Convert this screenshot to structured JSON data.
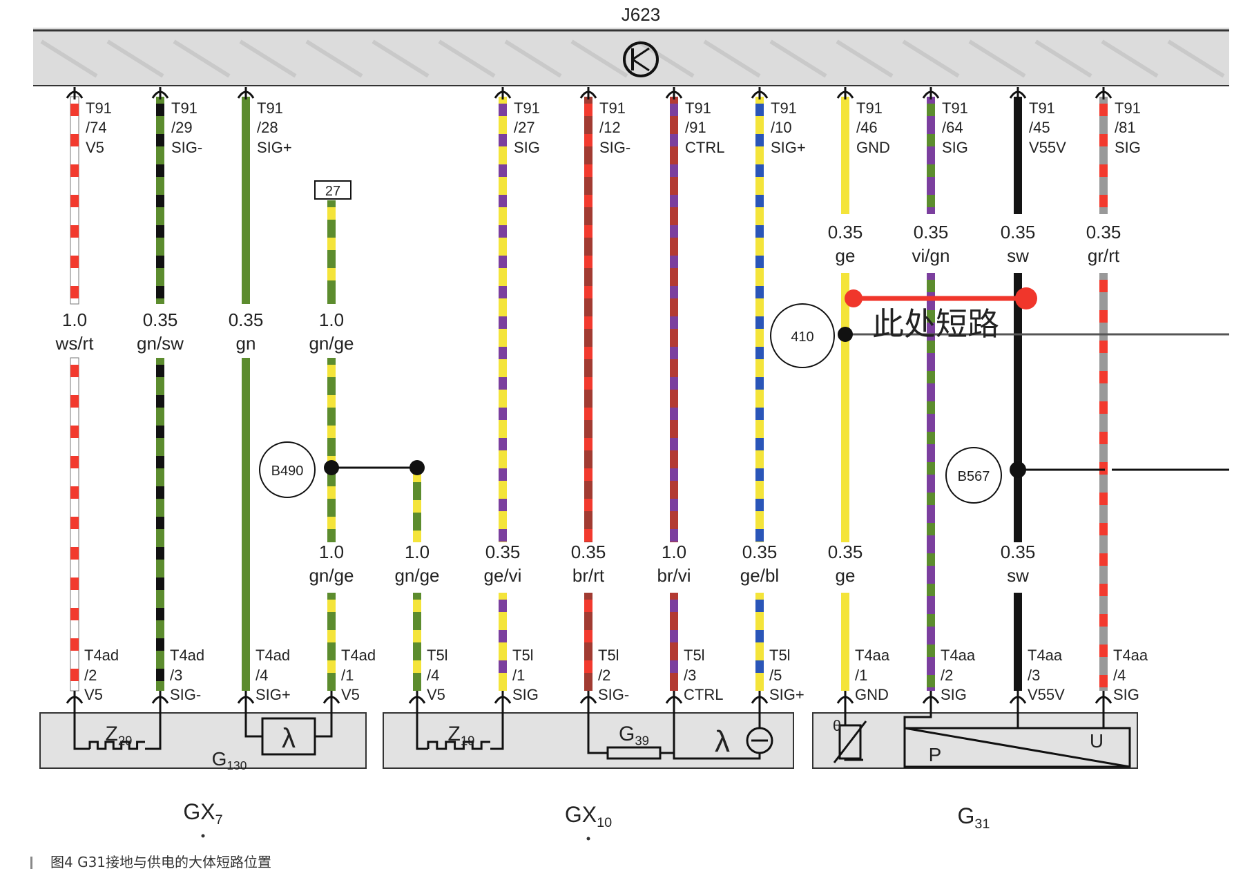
{
  "ecu": {
    "label": "J623"
  },
  "wires": [
    {
      "pin_top": [
        "T91",
        "/74",
        "V5"
      ],
      "gauge_top": "1.0",
      "color_top": "ws/rt",
      "gauge_bottom": "",
      "color_bottom": "",
      "pin_bottom": [
        "T4ad",
        "/2",
        "V5"
      ],
      "base": "#ffffff",
      "stripe": "#f23a2e"
    },
    {
      "pin_top": [
        "T91",
        "/29",
        "SIG-"
      ],
      "gauge_top": "0.35",
      "color_top": "gn/sw",
      "gauge_bottom": "",
      "color_bottom": "",
      "pin_bottom": [
        "T4ad",
        "/3",
        "SIG-"
      ],
      "base": "#5c8c2e",
      "stripe": "#111111"
    },
    {
      "pin_top": [
        "T91",
        "/28",
        "SIG+"
      ],
      "gauge_top": "0.35",
      "color_top": "gn",
      "gauge_bottom": "",
      "color_bottom": "",
      "pin_bottom": [
        "T4ad",
        "/4",
        "SIG+"
      ],
      "base": "#5c8c2e",
      "stripe": ""
    },
    {
      "pin_top": [
        "27"
      ],
      "gauge_top": "1.0",
      "color_top": "gn/ge",
      "gauge_bottom": "1.0",
      "color_bottom": "gn/ge",
      "pin_bottom": [
        "T4ad",
        "/1",
        "V5"
      ],
      "base": "#5c8c2e",
      "stripe": "#f4e43a"
    },
    {
      "pin_top": [],
      "gauge_top": "",
      "color_top": "",
      "gauge_bottom": "1.0",
      "color_bottom": "gn/ge",
      "pin_bottom": [
        "T5l",
        "/4",
        "V5"
      ],
      "base": "#5c8c2e",
      "stripe": "#f4e43a"
    },
    {
      "pin_top": [
        "T91",
        "/27",
        "SIG"
      ],
      "gauge_top": "",
      "color_top": "",
      "gauge_bottom": "0.35",
      "color_bottom": "ge/vi",
      "pin_bottom": [
        "T5l",
        "/1",
        "SIG"
      ],
      "base": "#f4e43a",
      "stripe": "#7b3f9e"
    },
    {
      "pin_top": [
        "T91",
        "/12",
        "SIG-"
      ],
      "gauge_top": "",
      "color_top": "",
      "gauge_bottom": "0.35",
      "color_bottom": "br/rt",
      "pin_bottom": [
        "T5l",
        "/2",
        "SIG-"
      ],
      "base": "#a13b32",
      "stripe": "#f23a2e"
    },
    {
      "pin_top": [
        "T91",
        "/91",
        "CTRL"
      ],
      "gauge_top": "",
      "color_top": "",
      "gauge_bottom": "1.0",
      "color_bottom": "br/vi",
      "pin_bottom": [
        "T5l",
        "/3",
        "CTRL"
      ],
      "base": "#b33a33",
      "stripe": "#7b3f9e"
    },
    {
      "pin_top": [
        "T91",
        "/10",
        "SIG+"
      ],
      "gauge_top": "",
      "color_top": "",
      "gauge_bottom": "0.35",
      "color_bottom": "ge/bl",
      "pin_bottom": [
        "T5l",
        "/5",
        "SIG+"
      ],
      "base": "#f4e43a",
      "stripe": "#2a55b8"
    },
    {
      "pin_top": [
        "T91",
        "/46",
        "GND"
      ],
      "gauge_top": "0.35",
      "color_top": "ge",
      "gauge_bottom": "0.35",
      "color_bottom": "ge",
      "pin_bottom": [
        "T4aa",
        "/1",
        "GND"
      ],
      "base": "#f4e43a",
      "stripe": ""
    },
    {
      "pin_top": [
        "T91",
        "/64",
        "SIG"
      ],
      "gauge_top": "0.35",
      "color_top": "vi/gn",
      "gauge_bottom": "",
      "color_bottom": "",
      "pin_bottom": [
        "T4aa",
        "/2",
        "SIG"
      ],
      "base": "#7b3f9e",
      "stripe": "#5c8c2e"
    },
    {
      "pin_top": [
        "T91",
        "/45",
        "V55V"
      ],
      "gauge_top": "0.35",
      "color_top": "sw",
      "gauge_bottom": "0.35",
      "color_bottom": "sw",
      "pin_bottom": [
        "T4aa",
        "/3",
        "V55V"
      ],
      "base": "#141414",
      "stripe": ""
    },
    {
      "pin_top": [
        "T91",
        "/81",
        "SIG"
      ],
      "gauge_top": "0.35",
      "color_top": "gr/rt",
      "gauge_bottom": "",
      "color_bottom": "",
      "pin_bottom": [
        "T4aa",
        "/4",
        "SIG"
      ],
      "base": "#999999",
      "stripe": "#f23a2e"
    }
  ],
  "junctions": {
    "b490": "B490",
    "n410": "410",
    "b567": "B567"
  },
  "short_label": "此处短路",
  "components": {
    "z29": "Z29",
    "g130": "G130",
    "z19": "Z19",
    "g39": "G39",
    "lambda": "λ",
    "p": "P",
    "u": "U",
    "theta": "θ",
    "gx7": "GX7",
    "gx10": "GX10",
    "g31": "G31"
  },
  "caption": "图4   G31接地与供电的大体短路位置",
  "colors": {
    "short_red": "#f0362b",
    "ecu_fill": "#dcdcdc"
  }
}
